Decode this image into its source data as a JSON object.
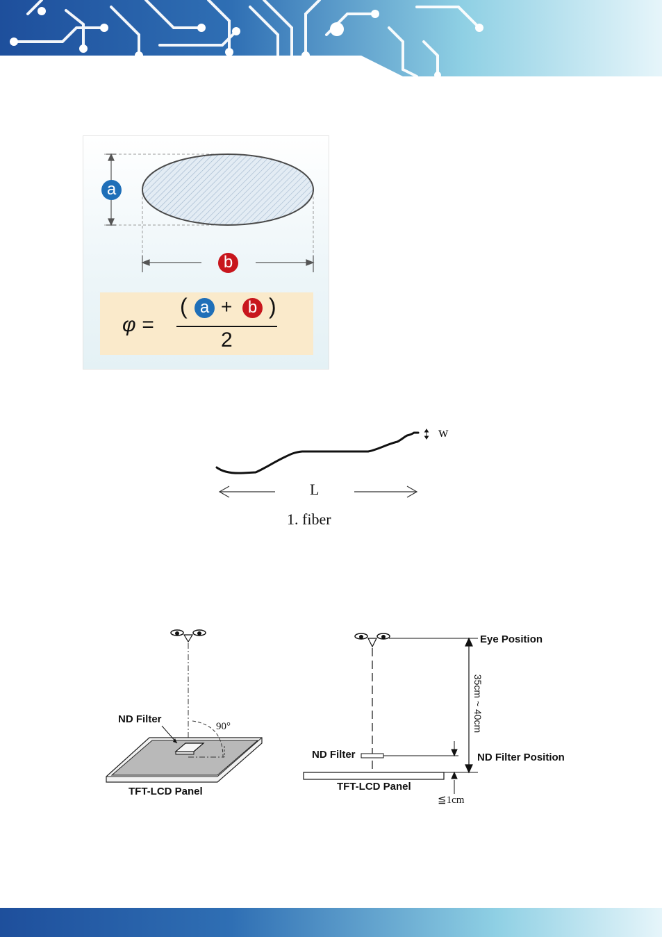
{
  "colors": {
    "header_blue": "#1e4f9c",
    "header_light": "#8ed3e6",
    "marker_a": "#1f6fb8",
    "marker_b": "#c8161d",
    "formula_bg": "#faeacb",
    "ellipse_fill": "#dde8f2"
  },
  "diagram1": {
    "marker_a": "a",
    "marker_b": "b",
    "formula": {
      "lhs": "φ =",
      "open_paren": "(",
      "plus": "+",
      "close_paren": ")",
      "denominator": "2"
    }
  },
  "diagram2": {
    "width_label": "w",
    "length_label": "L",
    "caption": "1. fiber"
  },
  "diagram3": {
    "nd_filter": "ND Filter",
    "angle": "90°",
    "panel": "TFT-LCD Panel"
  },
  "diagram4": {
    "eye_position": "Eye Position",
    "distance": "35cm ~ 40cm",
    "nd_filter": "ND Filter",
    "nd_filter_position": "ND Filter Position",
    "panel": "TFT-LCD Panel",
    "gap": "≦1cm"
  }
}
